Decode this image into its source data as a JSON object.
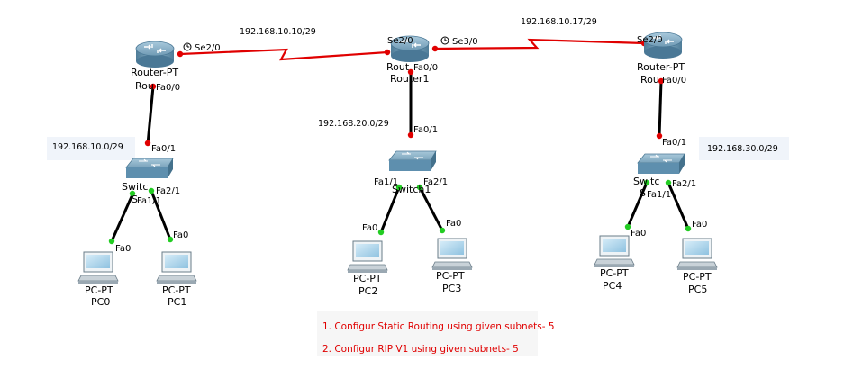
{
  "colors": {
    "serial_link": "#e00000",
    "ethernet_link": "#000000",
    "port_down": "#e00000",
    "port_up": "#22cc22",
    "task_text": "#e00000",
    "device_blue": "#5e8fae"
  },
  "serial_links": [
    {
      "network": "192.168.10.10/29",
      "left_port": "Se2/0",
      "right_port": "Se2/0"
    },
    {
      "network": "192.168.10.17/29",
      "left_port": "Se3/0",
      "right_port": "Se2/0"
    }
  ],
  "lans": [
    {
      "network": "192.168.10.0/29",
      "router": {
        "type": "Router-PT",
        "name": "Rou",
        "lan_port": "Fa0/0",
        "icon": "router-icon"
      },
      "switch": {
        "name": "Switc",
        "name_line2": "S",
        "uplink_port": "Fa0/1",
        "port_a": "Fa1/1",
        "port_b": "Fa2/1",
        "icon": "switch-icon"
      },
      "pcs": [
        {
          "type": "PC-PT",
          "name": "PC0",
          "port": "Fa0",
          "icon": "pc-icon"
        },
        {
          "type": "PC-PT",
          "name": "PC1",
          "port": "Fa0",
          "icon": "pc-icon"
        }
      ]
    },
    {
      "network": "192.168.20.0/29",
      "router": {
        "type": "Rout",
        "name": "Router1",
        "lan_port": "Fa0/0",
        "icon": "router-icon"
      },
      "switch": {
        "name": "Switch1",
        "name_line2": "",
        "uplink_port": "Fa0/1",
        "port_a": "Fa1/1",
        "port_b": "Fa2/1",
        "icon": "switch-icon"
      },
      "pcs": [
        {
          "type": "PC-PT",
          "name": "PC2",
          "port": "Fa0",
          "icon": "pc-icon"
        },
        {
          "type": "PC-PT",
          "name": "PC3",
          "port": "Fa0",
          "icon": "pc-icon"
        }
      ]
    },
    {
      "network": "192.168.30.0/29",
      "router": {
        "type": "Router-PT",
        "name": "Rou",
        "lan_port": "Fa0/0",
        "icon": "router-icon"
      },
      "switch": {
        "name": "Switc",
        "name_line2": "S",
        "uplink_port": "Fa0/1",
        "port_a": "Fa1/1",
        "port_b": "Fa2/1",
        "icon": "switch-icon"
      },
      "pcs": [
        {
          "type": "PC-PT",
          "name": "PC4",
          "port": "Fa0",
          "icon": "pc-icon"
        },
        {
          "type": "PC-PT",
          "name": "PC5",
          "port": "Fa0",
          "icon": "pc-icon"
        }
      ]
    }
  ],
  "tasks": [
    "1. Configur Static Routing using given subnets- 5",
    "2. Configur RIP V1 using given subnets- 5"
  ]
}
